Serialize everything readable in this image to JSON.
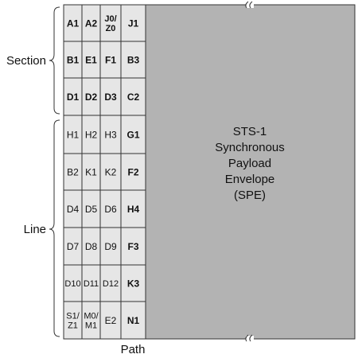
{
  "overhead_grid": [
    [
      {
        "t": [
          "A1"
        ],
        "b": true
      },
      {
        "t": [
          "A2"
        ],
        "b": true
      },
      {
        "t": [
          "J0/",
          "Z0"
        ],
        "b": true
      },
      {
        "t": [
          "J1"
        ],
        "b": true
      }
    ],
    [
      {
        "t": [
          "B1"
        ],
        "b": true
      },
      {
        "t": [
          "E1"
        ],
        "b": true
      },
      {
        "t": [
          "F1"
        ],
        "b": true
      },
      {
        "t": [
          "B3"
        ],
        "b": true
      }
    ],
    [
      {
        "t": [
          "D1"
        ],
        "b": true
      },
      {
        "t": [
          "D2"
        ],
        "b": true
      },
      {
        "t": [
          "D3"
        ],
        "b": true
      },
      {
        "t": [
          "C2"
        ],
        "b": true
      }
    ],
    [
      {
        "t": [
          "H1"
        ],
        "b": false
      },
      {
        "t": [
          "H2"
        ],
        "b": false
      },
      {
        "t": [
          "H3"
        ],
        "b": false
      },
      {
        "t": [
          "G1"
        ],
        "b": true
      }
    ],
    [
      {
        "t": [
          "B2"
        ],
        "b": false
      },
      {
        "t": [
          "K1"
        ],
        "b": false
      },
      {
        "t": [
          "K2"
        ],
        "b": false
      },
      {
        "t": [
          "F2"
        ],
        "b": true
      }
    ],
    [
      {
        "t": [
          "D4"
        ],
        "b": false
      },
      {
        "t": [
          "D5"
        ],
        "b": false
      },
      {
        "t": [
          "D6"
        ],
        "b": false
      },
      {
        "t": [
          "H4"
        ],
        "b": true
      }
    ],
    [
      {
        "t": [
          "D7"
        ],
        "b": false
      },
      {
        "t": [
          "D8"
        ],
        "b": false
      },
      {
        "t": [
          "D9"
        ],
        "b": false
      },
      {
        "t": [
          "F3"
        ],
        "b": true
      }
    ],
    [
      {
        "t": [
          "D10"
        ],
        "b": false
      },
      {
        "t": [
          "D11"
        ],
        "b": false
      },
      {
        "t": [
          "D12"
        ],
        "b": false
      },
      {
        "t": [
          "K3"
        ],
        "b": true
      }
    ],
    [
      {
        "t": [
          "S1/",
          "Z1"
        ],
        "b": false
      },
      {
        "t": [
          "M0/",
          "M1"
        ],
        "b": false
      },
      {
        "t": [
          "E2"
        ],
        "b": false
      },
      {
        "t": [
          "N1"
        ],
        "b": true
      }
    ]
  ],
  "payload_label_lines": [
    "STS-1",
    "Synchronous",
    "Payload",
    "Envelope",
    "(SPE)"
  ],
  "labels": {
    "section": "Section",
    "line": "Line",
    "path": "Path"
  },
  "colors": {
    "cell_fill": "#e6e6e6",
    "payload_fill": "#b3b3b3",
    "border": "#333333",
    "text": "#111111"
  }
}
